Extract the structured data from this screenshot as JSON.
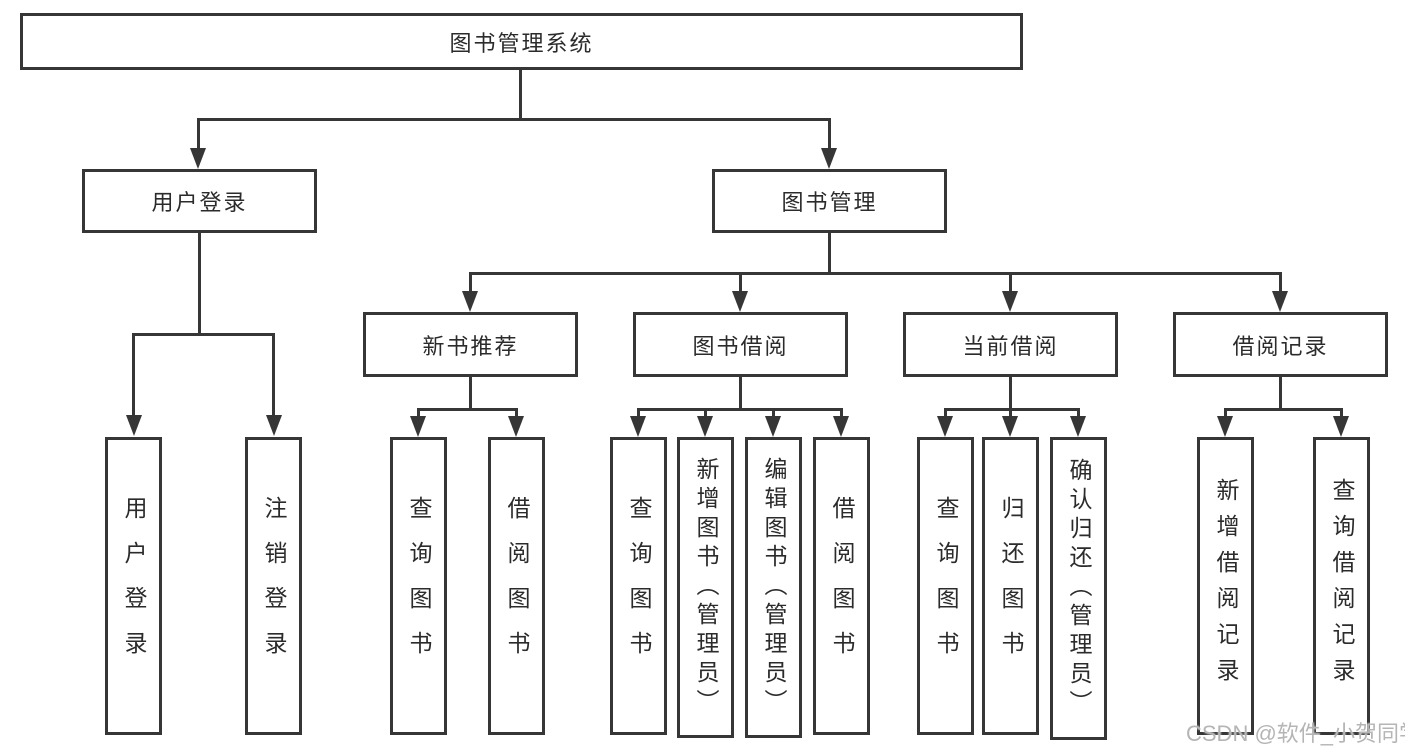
{
  "root": {
    "label": "图书管理系统"
  },
  "branches": {
    "user": {
      "label": "用户登录",
      "children": [
        {
          "label": "用户登录"
        },
        {
          "label": "注销登录"
        }
      ]
    },
    "book": {
      "label": "图书管理"
    }
  },
  "modules": [
    {
      "label": "新书推荐",
      "children": [
        {
          "label": "查询图书"
        },
        {
          "label": "借阅图书"
        }
      ]
    },
    {
      "label": "图书借阅",
      "children": [
        {
          "label": "查询图书"
        },
        {
          "label": "新增图书（管理员）"
        },
        {
          "label": "编辑图书（管理员）"
        },
        {
          "label": "借阅图书"
        }
      ]
    },
    {
      "label": "当前借阅",
      "children": [
        {
          "label": "查询图书"
        },
        {
          "label": "归还图书"
        },
        {
          "label": "确认归还（管理员）"
        }
      ]
    },
    {
      "label": "借阅记录",
      "children": [
        {
          "label": "新增借阅记录"
        },
        {
          "label": "查询借阅记录"
        }
      ]
    }
  ],
  "watermark": {
    "text": "CSDN @软件_小贺同学"
  },
  "colors": {
    "line": "#363636",
    "text": "#2b2b2b",
    "watermark": "#b5b5b5",
    "background": "#ffffff"
  }
}
